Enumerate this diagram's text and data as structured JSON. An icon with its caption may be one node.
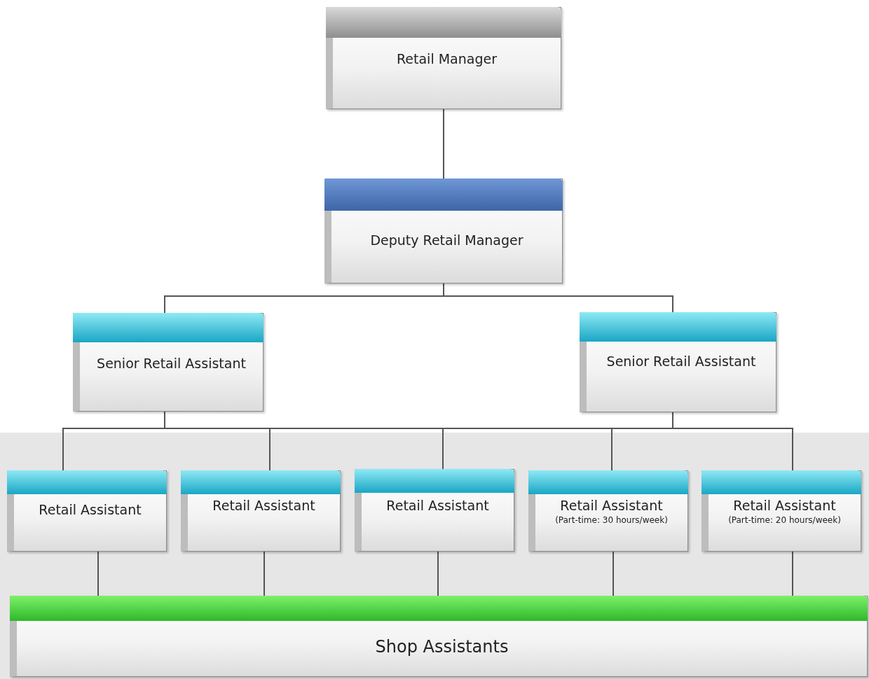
{
  "diagram": {
    "nodes": [
      {
        "text": [
          "Retail Manager"
        ]
      },
      {
        "text": [
          "Deputy Retail Manager"
        ]
      },
      {
        "text": [
          "Senior Retail Assistant"
        ]
      },
      {
        "text": [
          "Senior Retail Assistant"
        ]
      },
      {
        "text": [
          "Retail Assistant"
        ]
      },
      {
        "text": [
          "Retail Assistant"
        ]
      },
      {
        "text": [
          "Retail Assistant"
        ]
      },
      {
        "text": [
          "Retail Assistant",
          "(Part-time: 30 hours/week)"
        ]
      },
      {
        "text": [
          "Retail Assistant",
          "(Part-time: 20 hours/week)"
        ]
      },
      {
        "text": [
          "Shop Assistants"
        ]
      }
    ],
    "edges": [
      {
        "from": 0,
        "to": 1,
        "arrow": "none"
      },
      {
        "from": 1,
        "to": 2,
        "arrow": "none"
      },
      {
        "from": 1,
        "to": 3,
        "arrow": "none"
      },
      {
        "from": 2,
        "to": 4,
        "arrow": "none"
      },
      {
        "from": 2,
        "to": 5,
        "arrow": "none"
      },
      {
        "from": 2,
        "to": 6,
        "arrow": "none"
      },
      {
        "from": 2,
        "to": 7,
        "arrow": "none"
      },
      {
        "from": 2,
        "to": 8,
        "arrow": "none"
      },
      {
        "from": 3,
        "to": 4,
        "arrow": "none"
      },
      {
        "from": 3,
        "to": 5,
        "arrow": "none"
      },
      {
        "from": 3,
        "to": 6,
        "arrow": "none"
      },
      {
        "from": 3,
        "to": 7,
        "arrow": "none"
      },
      {
        "from": 3,
        "to": 8,
        "arrow": "none"
      },
      {
        "from": 4,
        "to": 9,
        "arrow": "none"
      },
      {
        "from": 5,
        "to": 9,
        "arrow": "none"
      },
      {
        "from": 6,
        "to": 9,
        "arrow": "none"
      },
      {
        "from": 7,
        "to": 9,
        "arrow": "none"
      },
      {
        "from": 8,
        "to": 9,
        "arrow": "none"
      }
    ]
  }
}
